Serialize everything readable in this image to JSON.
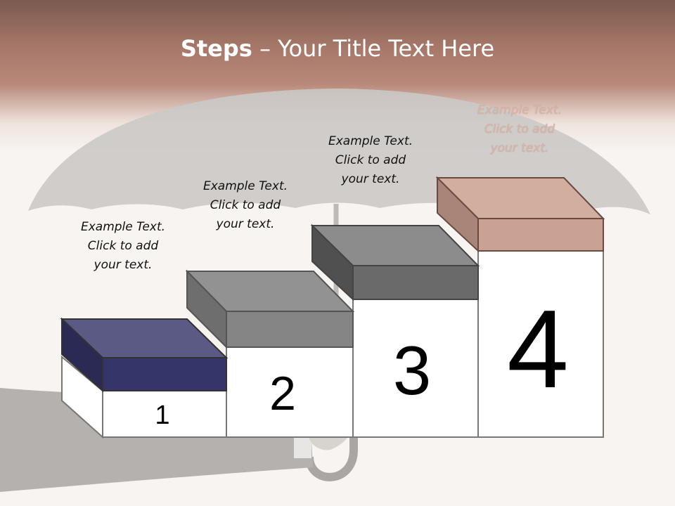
{
  "title": {
    "bold": "Steps",
    "rest": " – Your Title Text Here"
  },
  "steps": [
    {
      "number": "1",
      "text": "Example Text.\nClick  to add\nyour text.",
      "color": "#3a3a70"
    },
    {
      "number": "2",
      "text": "Example Text.\nClick  to add\nyour text.",
      "color": "#8a8a8a"
    },
    {
      "number": "3",
      "text": "Example Text.\nClick  to add\nyour text.",
      "color": "#7a7a7a"
    },
    {
      "number": "4",
      "text": "Example Text.\nClick  to add\nyour text.",
      "color": "#c9a293"
    }
  ],
  "colors": {
    "banner": "#a8796a",
    "background": "#f7f4f2",
    "umbrella": "#c9c7c5"
  }
}
